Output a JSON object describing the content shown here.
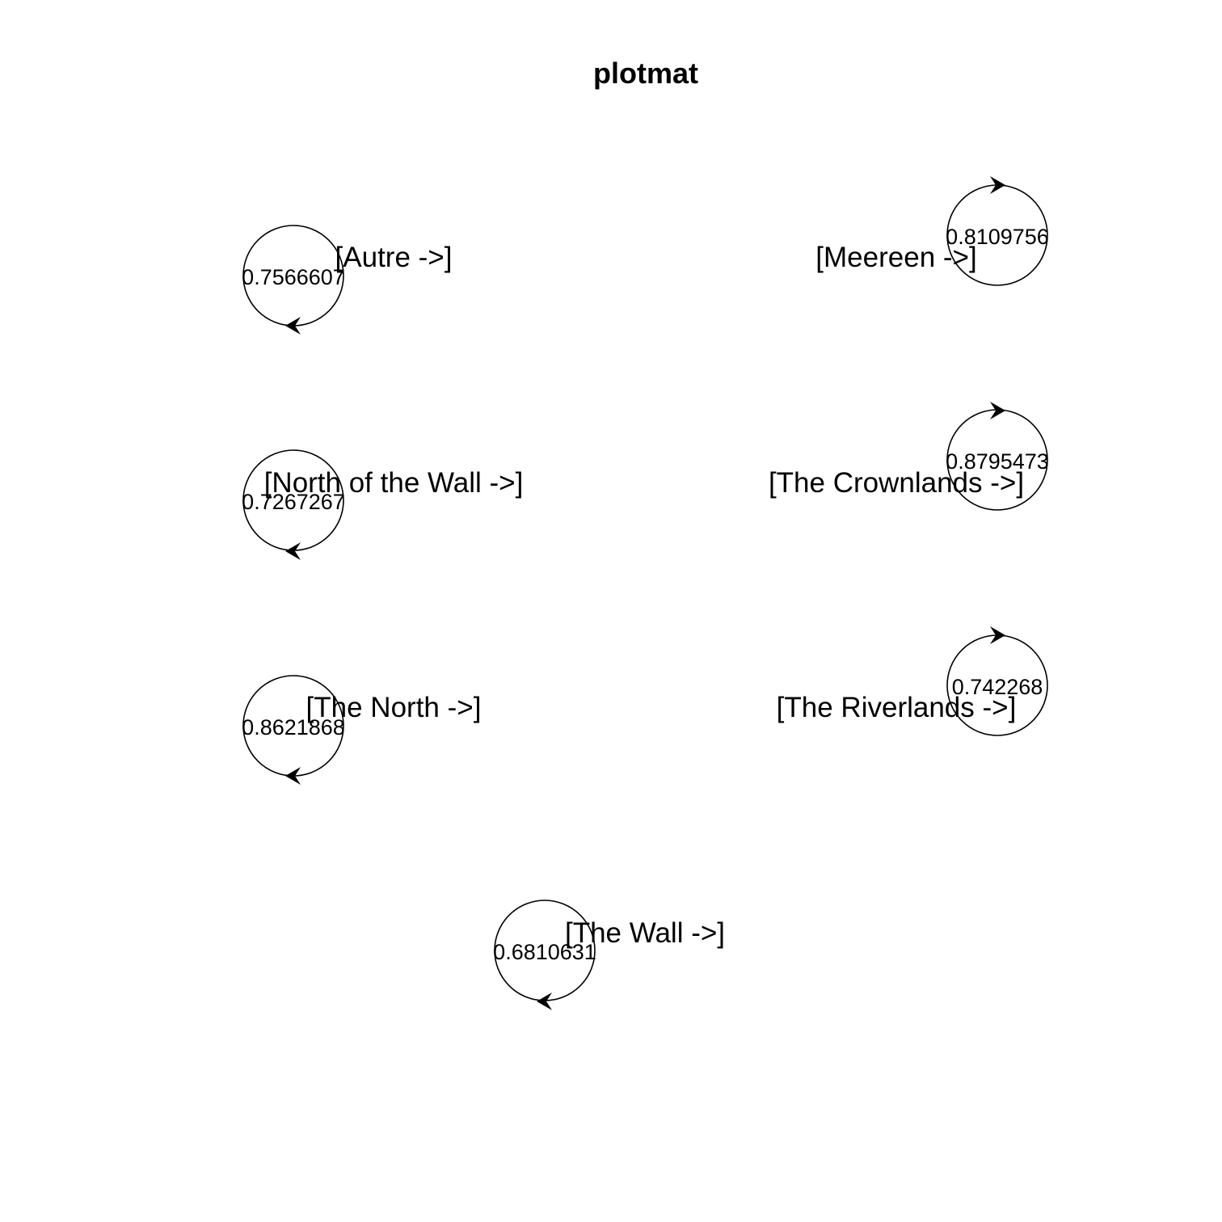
{
  "title": "plotmat",
  "nodes": [
    {
      "label": "[Autre ->]",
      "self_transition": "0.7566607"
    },
    {
      "label": "[Meereen ->]",
      "self_transition": "0.8109756"
    },
    {
      "label": "[North of the Wall ->]",
      "self_transition": "0.7267267"
    },
    {
      "label": "[The Crownlands ->]",
      "self_transition": "0.8795473"
    },
    {
      "label": "[The North ->]",
      "self_transition": "0.8621868"
    },
    {
      "label": "[The Riverlands ->]",
      "self_transition": "0.742268"
    },
    {
      "label": "[The Wall ->]",
      "self_transition": "0.6810631"
    }
  ],
  "colors": {
    "background": "#ffffff",
    "ink": "#000000"
  }
}
